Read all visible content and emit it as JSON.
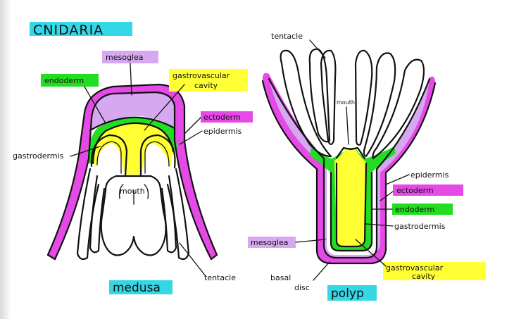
{
  "title": "CNIDARIA",
  "colors": {
    "cyan_highlight": "#34d7e6",
    "magenta_highlight": "#e64ae6",
    "lavender_highlight": "#d6a8f2",
    "yellow_highlight": "#ffff33",
    "green_highlight": "#22dd22"
  },
  "medusa": {
    "name": "medusa",
    "labels": {
      "mesoglea": "mesoglea",
      "endoderm": "endoderm",
      "gastrovascular_1": "gastrovascular",
      "gastrovascular_2": "cavity",
      "ectoderm": "ectoderm",
      "epidermis": "epidermis",
      "gastrodermis": "gastrodermis",
      "mouth": "mouth",
      "tentacle": "tentacle"
    }
  },
  "polyp": {
    "name": "polyp",
    "labels": {
      "tentacle": "tentacle",
      "mouth": "mouth",
      "epidermis": "epidermis",
      "ectoderm": "ectoderm",
      "endoderm": "endoderm",
      "gastrodermis": "gastrodermis",
      "mesoglea": "mesoglea",
      "basal_1": "basal",
      "basal_2": "disc",
      "gastrovascular_1": "gastrovascular",
      "gastrovascular_2": "cavity"
    }
  }
}
